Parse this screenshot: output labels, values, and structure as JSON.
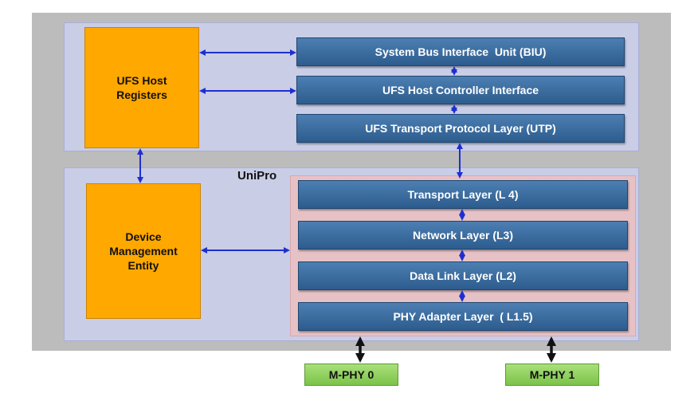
{
  "host_registers": "UFS  Host\nRegisters",
  "device_management": "Device\nManagement\nEntity",
  "unipro_label": "UniPro",
  "host_stack": [
    "System Bus Interface  Unit (BIU)",
    "UFS Host Controller Interface",
    "UFS Transport Protocol Layer (UTP)"
  ],
  "unipro_stack": [
    "Transport Layer (L 4)",
    "Network Layer (L3)",
    "Data Link Layer (L2)",
    "PHY Adapter Layer  ( L1.5)"
  ],
  "mphy": [
    "M-PHY 0",
    "M-PHY 1"
  ],
  "colors": {
    "blue_arrow": "#1f2fcf",
    "black_arrow": "#111111",
    "orange": "#ffa800",
    "layer_blue": "#3a6b9e",
    "green": "#8fd05c"
  }
}
